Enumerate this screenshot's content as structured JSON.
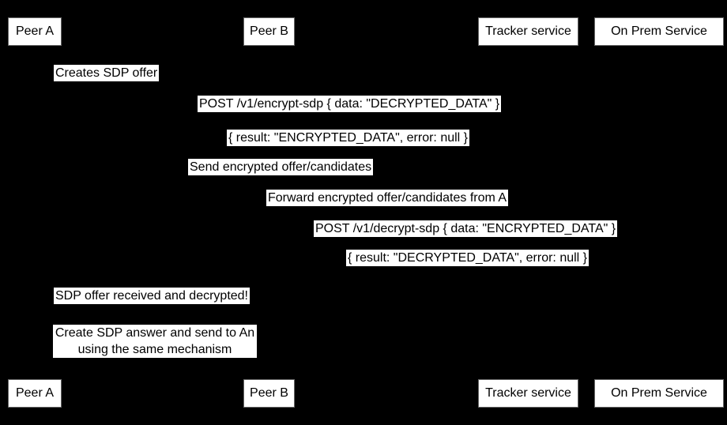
{
  "diagram": {
    "type": "sequence-diagram",
    "background_color": "#000000",
    "box_fill_color": "#ffffff",
    "box_border_color": "#666666",
    "text_color": "#000000",
    "participants": [
      "Peer A",
      "Peer B",
      "Tracker service",
      "On Prem Service"
    ],
    "messages": [
      {
        "text": "Creates SDP offer"
      },
      {
        "text": "POST /v1/encrypt-sdp { data: \"DECRYPTED_DATA\" }"
      },
      {
        "text": "{ result: \"ENCRYPTED_DATA\", error: null }"
      },
      {
        "text": "Send encrypted offer/candidates"
      },
      {
        "text": "Forward encrypted offer/candidates from A"
      },
      {
        "text": "POST /v1/decrypt-sdp { data: \"ENCRYPTED_DATA\" }"
      },
      {
        "text": "{ result: \"DECRYPTED_DATA\", error: null }"
      },
      {
        "text": "SDP offer received and decrypted!"
      },
      {
        "text": "Create SDP answer and send to An\nusing the same mechanism"
      }
    ]
  }
}
